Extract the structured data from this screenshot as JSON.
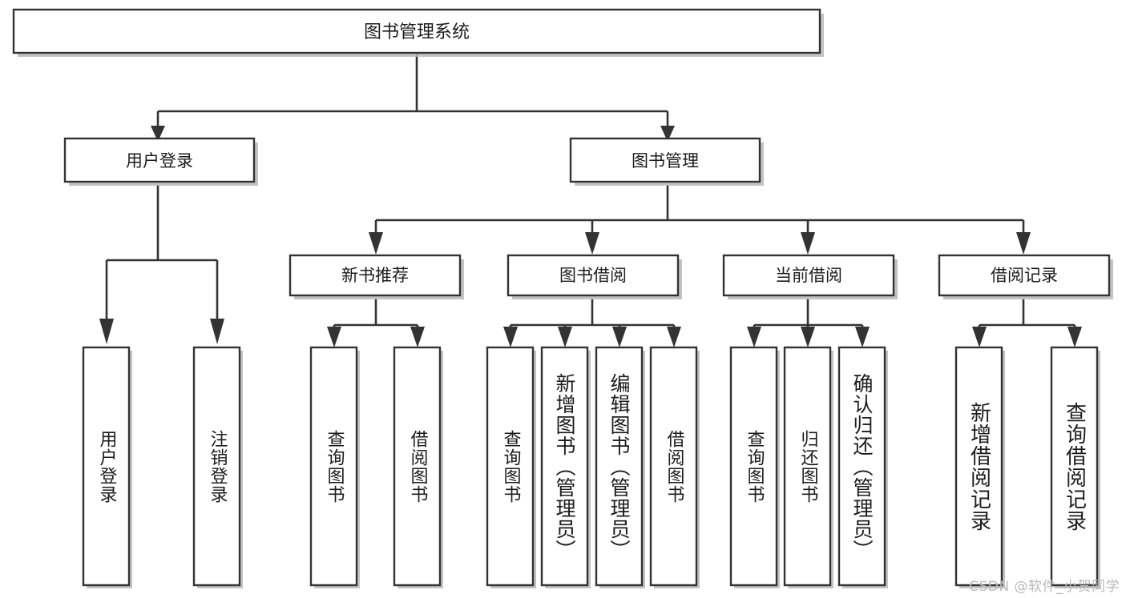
{
  "diagram": {
    "type": "tree",
    "title": "图书管理系统",
    "root": {
      "id": "root",
      "label": "图书管理系统",
      "orientation": "horizontal"
    },
    "level1": [
      {
        "id": "user-login",
        "label": "用户登录",
        "orientation": "horizontal"
      },
      {
        "id": "book-manage",
        "label": "图书管理",
        "orientation": "horizontal"
      }
    ],
    "level2": [
      {
        "id": "new-book-rec",
        "label": "新书推荐",
        "orientation": "horizontal",
        "parent": "book-manage"
      },
      {
        "id": "book-borrow",
        "label": "图书借阅",
        "orientation": "horizontal",
        "parent": "book-manage"
      },
      {
        "id": "current-borrow",
        "label": "当前借阅",
        "orientation": "horizontal",
        "parent": "book-manage"
      },
      {
        "id": "borrow-record",
        "label": "借阅记录",
        "orientation": "horizontal",
        "parent": "book-manage"
      }
    ],
    "leaves": [
      {
        "id": "leaf-user-login",
        "label": "用户登录",
        "orientation": "vertical",
        "parent": "user-login"
      },
      {
        "id": "leaf-logout",
        "label": "注销登录",
        "orientation": "vertical",
        "parent": "user-login"
      },
      {
        "id": "leaf-query-book-1",
        "label": "查询图书",
        "orientation": "vertical",
        "parent": "new-book-rec"
      },
      {
        "id": "leaf-borrow-book-1",
        "label": "借阅图书",
        "orientation": "vertical",
        "parent": "new-book-rec"
      },
      {
        "id": "leaf-query-book-2",
        "label": "查询图书",
        "orientation": "vertical",
        "parent": "book-borrow"
      },
      {
        "id": "leaf-add-book",
        "label": "新增图书（管理员）",
        "orientation": "vertical",
        "parent": "book-borrow"
      },
      {
        "id": "leaf-edit-book",
        "label": "编辑图书（管理员）",
        "orientation": "vertical",
        "parent": "book-borrow"
      },
      {
        "id": "leaf-borrow-book-2",
        "label": "借阅图书",
        "orientation": "vertical",
        "parent": "book-borrow"
      },
      {
        "id": "leaf-query-book-3",
        "label": "查询图书",
        "orientation": "vertical",
        "parent": "current-borrow"
      },
      {
        "id": "leaf-return-book",
        "label": "归还图书",
        "orientation": "vertical",
        "parent": "current-borrow"
      },
      {
        "id": "leaf-confirm-return",
        "label": "确认归还（管理员）",
        "orientation": "vertical",
        "parent": "current-borrow"
      },
      {
        "id": "leaf-add-record",
        "label": "新增借阅记录",
        "orientation": "vertical",
        "parent": "borrow-record"
      },
      {
        "id": "leaf-query-record",
        "label": "查询借阅记录",
        "orientation": "vertical",
        "parent": "borrow-record"
      }
    ]
  },
  "watermark": {
    "text": "CSDN @软件_小贺同学"
  },
  "colors": {
    "box_stroke": "#333333",
    "box_fill": "#ffffff",
    "connector": "#333333",
    "text": "#1c1c1c",
    "watermark": "#b9b9b9",
    "background": "#ffffff"
  }
}
